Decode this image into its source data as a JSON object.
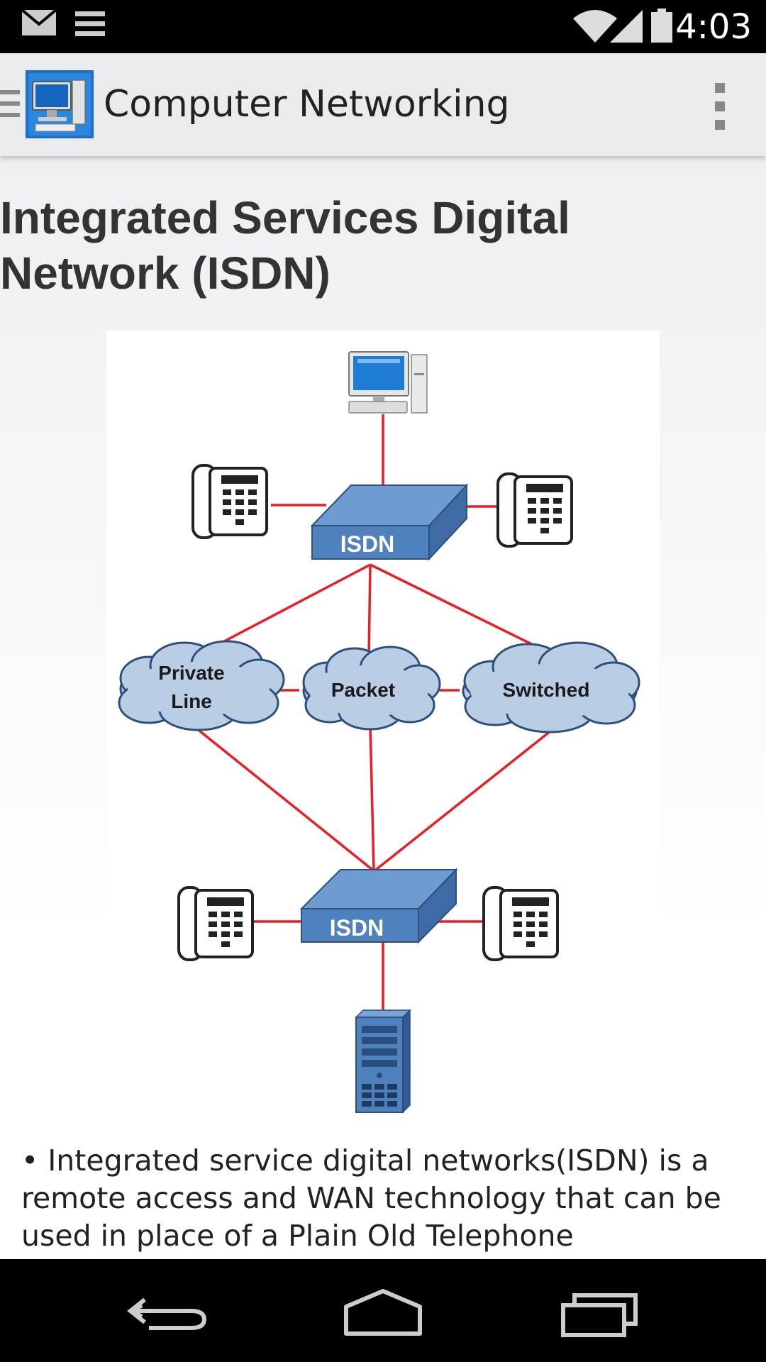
{
  "status_bar": {
    "time": "4:03",
    "left_icons": [
      "gmail-icon",
      "notification-list-icon"
    ],
    "right_icons": [
      "wifi-icon",
      "signal-icon",
      "battery-icon"
    ]
  },
  "action_bar": {
    "title": "Computer Networking",
    "app_icon": "computer-icon",
    "overflow_icon": "overflow-menu-icon"
  },
  "article": {
    "heading": "Integrated Services Digital Network (ISDN)",
    "paragraph": "• Integrated service digital networks(ISDN) is a remote access and WAN technology that can be used in place of a Plain Old Telephone"
  },
  "diagram": {
    "top_device_label": "ISDN",
    "bottom_device_label": "ISDN",
    "clouds": [
      "Private Line",
      "Packet",
      "Switched"
    ],
    "cloud_private_line_1": "Private",
    "cloud_private_line_2": "Line",
    "link_color": "#ee1c25",
    "device_color": "#4f81bd",
    "cloud_fill": "#b9cde5"
  },
  "nav_bar": {
    "buttons": [
      "back-icon",
      "home-icon",
      "recents-icon"
    ]
  }
}
